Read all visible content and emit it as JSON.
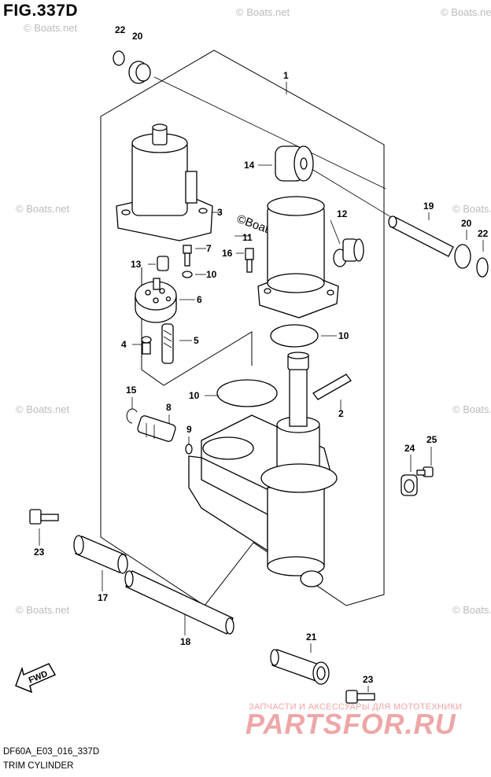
{
  "figure": {
    "title": "FIG.337D"
  },
  "footer": {
    "code": "DF60A_E03_016_337D",
    "caption": "TRIM CYLINDER"
  },
  "watermark": {
    "text": "© Boats.net",
    "text_nospace": "©Boats.net"
  },
  "promo": {
    "tagline": "ЗАПЧАСТИ И АКСЕССУАРЫ ДЛЯ МОТОТЕХНИКИ",
    "brand": "PARTSFOR.RU"
  },
  "fwd_label": "FWD",
  "callouts": [
    "1",
    "2",
    "3",
    "4",
    "5",
    "6",
    "7",
    "8",
    "9",
    "10",
    "11",
    "12",
    "13",
    "14",
    "15",
    "16",
    "17",
    "18",
    "19",
    "20",
    "21",
    "22",
    "23",
    "24",
    "25"
  ],
  "labels": {
    "n1": "1",
    "n2": "2",
    "n3": "3",
    "n4": "4",
    "n5": "5",
    "n6": "6",
    "n7": "7",
    "n8": "8",
    "n9": "9",
    "n10a": "10",
    "n10b": "10",
    "n10c": "10",
    "n11": "11",
    "n12": "12",
    "n13": "13",
    "n14": "14",
    "n15": "15",
    "n16": "16",
    "n17": "17",
    "n18": "18",
    "n19": "19",
    "n20a": "20",
    "n20b": "20",
    "n21": "21",
    "n22a": "22",
    "n22b": "22",
    "n23a": "23",
    "n23b": "23",
    "n24": "24",
    "n25": "25"
  }
}
